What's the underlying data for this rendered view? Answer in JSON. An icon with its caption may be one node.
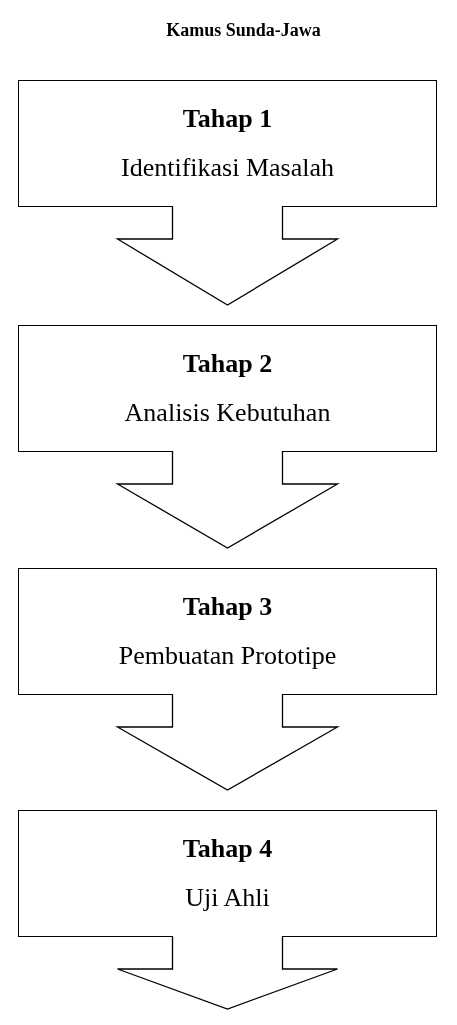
{
  "diagram": {
    "title": "Kamus Sunda-Jawa",
    "nodes": [
      {
        "text": [
          "Tahap 1",
          "Identifikasi Masalah"
        ]
      },
      {
        "text": [
          "Tahap 2",
          "Analisis Kebutuhan"
        ]
      },
      {
        "text": [
          "Tahap 3",
          "Pembuatan Prototipe"
        ]
      },
      {
        "text": [
          "Tahap 4",
          "Uji Ahli"
        ]
      }
    ],
    "edges": [
      {
        "from": 0,
        "to": 1,
        "arrow": "to"
      },
      {
        "from": 1,
        "to": 2,
        "arrow": "to"
      },
      {
        "from": 2,
        "to": 3,
        "arrow": "to"
      },
      {
        "from": 3,
        "to": null,
        "arrow": "to"
      }
    ]
  }
}
